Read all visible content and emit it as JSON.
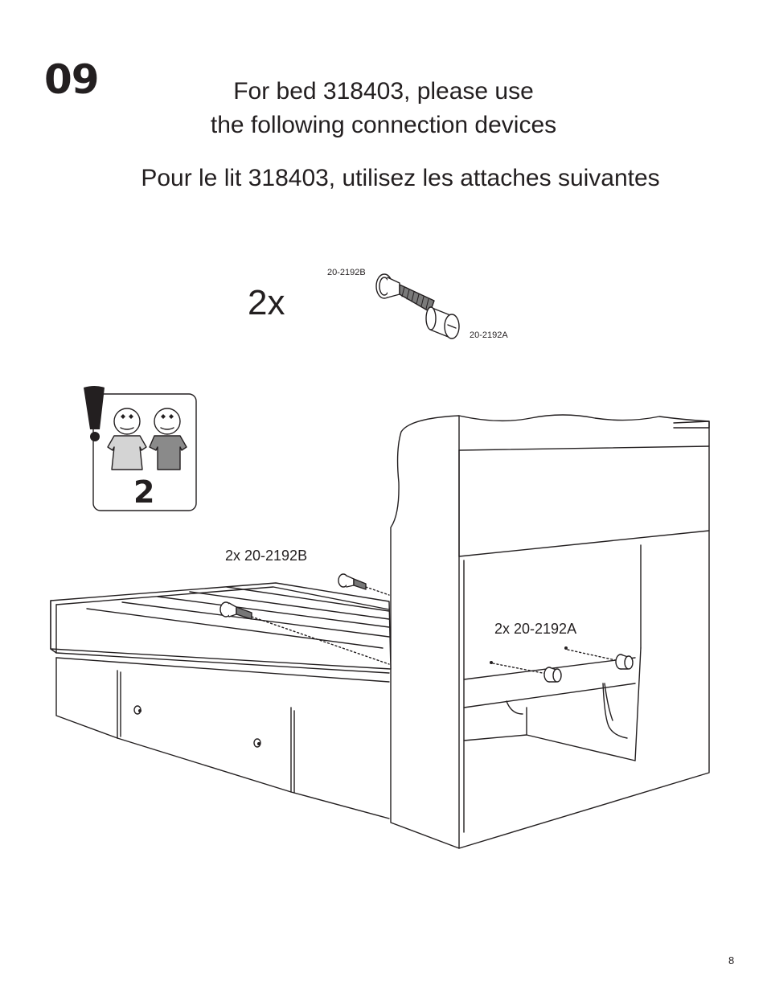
{
  "step": {
    "number": "09"
  },
  "title": {
    "english_line1": "For bed 318403, please use",
    "english_line2": "the following connection devices",
    "french": "Pour le lit 318403, utilisez les attaches suivantes"
  },
  "hardware": {
    "quantity": "2x",
    "part_b_code": "20-2192B",
    "part_a_code": "20-2192A"
  },
  "people_badge": {
    "count": "2"
  },
  "callouts": {
    "part_b": "2x  20-2192B",
    "part_a": "2x  20-2192A"
  },
  "page": {
    "number": "8"
  }
}
